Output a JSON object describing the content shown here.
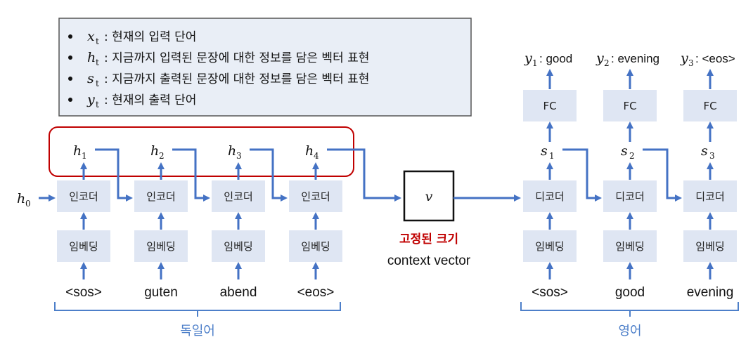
{
  "legend": {
    "items": [
      {
        "sym": "x",
        "sub": "t",
        "text": ": 현재의 입력 단어"
      },
      {
        "sym": "h",
        "sub": "t",
        "text": ": 지금까지 입력된 문장에 대한 정보를 담은 벡터 표현"
      },
      {
        "sym": "s",
        "sub": "t",
        "text": ": 지금까지 출력된 문장에 대한 정보를 담은 벡터 표현"
      },
      {
        "sym": "y",
        "sub": "t",
        "text": ": 현재의 출력 단어"
      }
    ]
  },
  "encoder": {
    "initial_state": {
      "sym": "h",
      "sub": "0"
    },
    "cell_label": "인코더",
    "embed_label": "임베딩",
    "states": [
      {
        "sym": "h",
        "sub": "1"
      },
      {
        "sym": "h",
        "sub": "2"
      },
      {
        "sym": "h",
        "sub": "3"
      },
      {
        "sym": "h",
        "sub": "4"
      }
    ],
    "inputs": [
      "<sos>",
      "guten",
      "abend",
      "<eos>"
    ],
    "group_label": "독일어"
  },
  "context": {
    "symbol": "v",
    "caption_red": "고정된 크기",
    "caption": "context vector"
  },
  "decoder": {
    "cell_label": "디코더",
    "embed_label": "임베딩",
    "fc_label": "FC",
    "states": [
      {
        "sym": "s",
        "sub": "1"
      },
      {
        "sym": "s",
        "sub": "2"
      },
      {
        "sym": "s",
        "sub": "3"
      }
    ],
    "outputs": [
      {
        "sym": "y",
        "sub": "1",
        "text": ": good"
      },
      {
        "sym": "y",
        "sub": "2",
        "text": ": evening"
      },
      {
        "sym": "y",
        "sub": "3",
        "text": ": <eos>"
      }
    ],
    "inputs": [
      "<sos>",
      "good",
      "evening"
    ],
    "group_label": "영어"
  },
  "colors": {
    "arrow": "#4472c4",
    "box_fill": "#dfe6f3",
    "legend_fill": "#e9eef6",
    "highlight": "#c00000",
    "brace": "#4d7fc9"
  }
}
